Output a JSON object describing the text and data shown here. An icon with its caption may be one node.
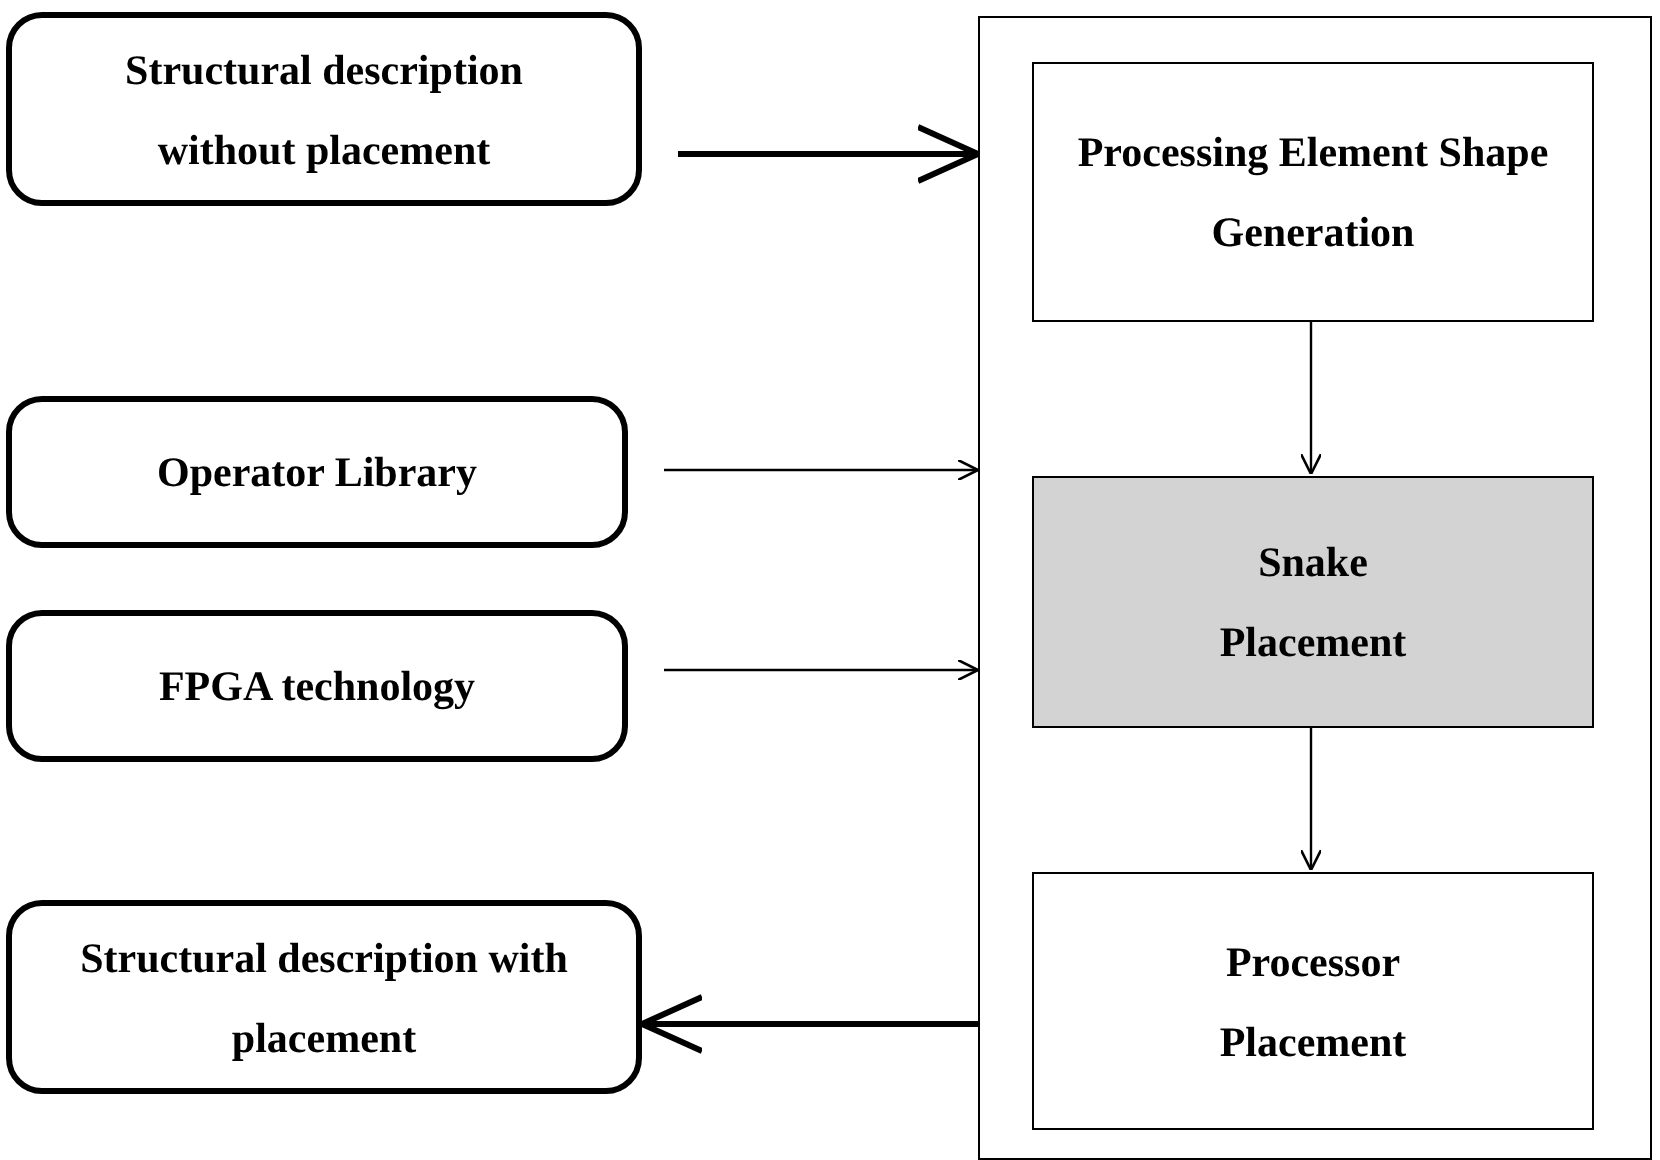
{
  "diagram": {
    "nodes": [
      {
        "text": [
          "Structural description without placement"
        ]
      },
      {
        "text": [
          "Operator Library"
        ]
      },
      {
        "text": [
          "FPGA technology"
        ]
      },
      {
        "text": [
          "Structural description with placement"
        ]
      },
      {
        "text": [],
        "shape": "box"
      },
      {
        "text": [
          "Processing Element Shape Generation"
        ],
        "in": 4
      },
      {
        "text": [
          "Snake Placement"
        ],
        "in": 4
      },
      {
        "text": [
          "Processor Placement"
        ],
        "in": 4
      }
    ],
    "edges": [
      {
        "from": 0,
        "to": 4,
        "arrow": "to",
        "style": "thick"
      },
      {
        "from": 1,
        "to": 4,
        "arrow": "to"
      },
      {
        "from": 2,
        "to": 4,
        "arrow": "to"
      },
      {
        "from": 5,
        "to": 6,
        "arrow": "to"
      },
      {
        "from": 6,
        "to": 7,
        "arrow": "to"
      },
      {
        "from": 4,
        "to": 3,
        "arrow": "to",
        "style": "thick"
      }
    ]
  }
}
